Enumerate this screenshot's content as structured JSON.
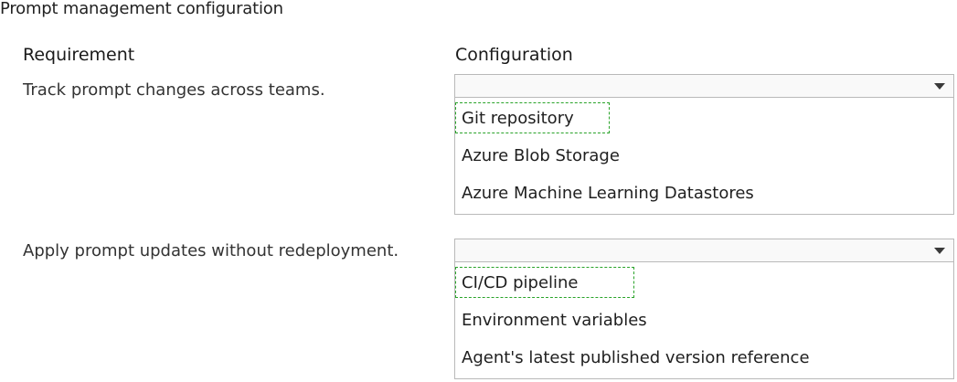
{
  "page": {
    "title": "Prompt management configuration",
    "headers": {
      "requirement": "Requirement",
      "configuration": "Configuration"
    }
  },
  "rows": [
    {
      "requirement": "Track prompt changes across teams.",
      "selected": "",
      "options": [
        "Git repository",
        "Azure Blob Storage",
        "Azure Machine Learning Datastores"
      ],
      "highlighted_option": "Git repository"
    },
    {
      "requirement": "Apply prompt updates without redeployment.",
      "selected": "",
      "options": [
        "CI/CD pipeline",
        "Environment variables",
        "Agent's latest published version reference"
      ],
      "highlighted_option": "CI/CD pipeline"
    }
  ],
  "colors": {
    "highlight_border": "#29a329",
    "dropdown_border": "#b9b9b9"
  },
  "icons": {
    "dropdown": "chevron-down-icon"
  }
}
